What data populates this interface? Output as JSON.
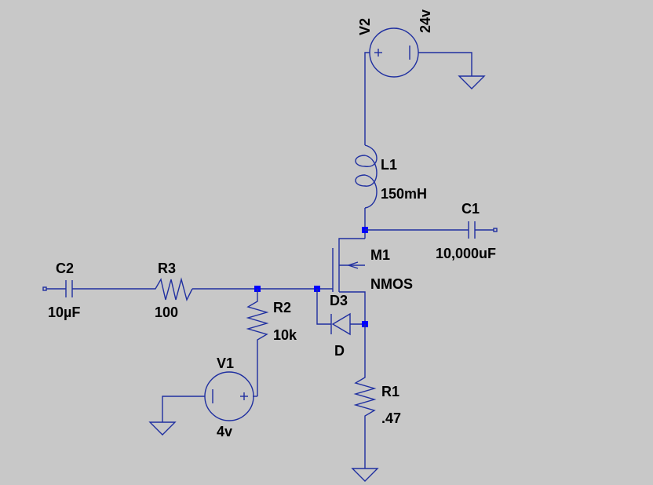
{
  "colors": {
    "background": "#c8c8c8",
    "wire": "#1f2fa0",
    "junction": "#0000ff",
    "text": "#000000"
  },
  "components": {
    "v2": {
      "name": "V2",
      "value": "24v"
    },
    "l1": {
      "name": "L1",
      "value": "150mH"
    },
    "c1": {
      "name": "C1",
      "value": "10,000uF"
    },
    "m1": {
      "name": "M1",
      "value": "NMOS"
    },
    "c2": {
      "name": "C2",
      "value": "10µF"
    },
    "r3": {
      "name": "R3",
      "value": "100"
    },
    "r2": {
      "name": "R2",
      "value": "10k"
    },
    "d3": {
      "name": "D3",
      "value": "D"
    },
    "v1": {
      "name": "V1",
      "value": "4v"
    },
    "r1": {
      "name": "R1",
      "value": ".47"
    }
  }
}
